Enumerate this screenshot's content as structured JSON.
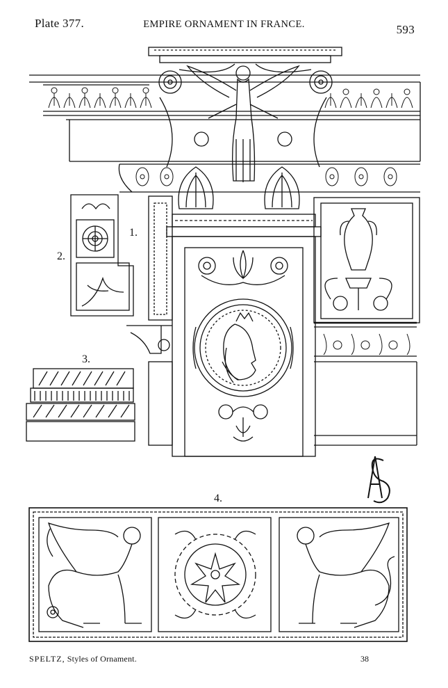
{
  "header": {
    "plate": "Plate 377.",
    "title": "EMPIRE ORNAMENT IN FRANCE.",
    "page_number": "593"
  },
  "figure_labels": [
    "1.",
    "2.",
    "3.",
    "4."
  ],
  "footer": {
    "author": "SPELTZ,",
    "work": "Styles of Ornament.",
    "signature_number": "38"
  },
  "monogram": "AS"
}
